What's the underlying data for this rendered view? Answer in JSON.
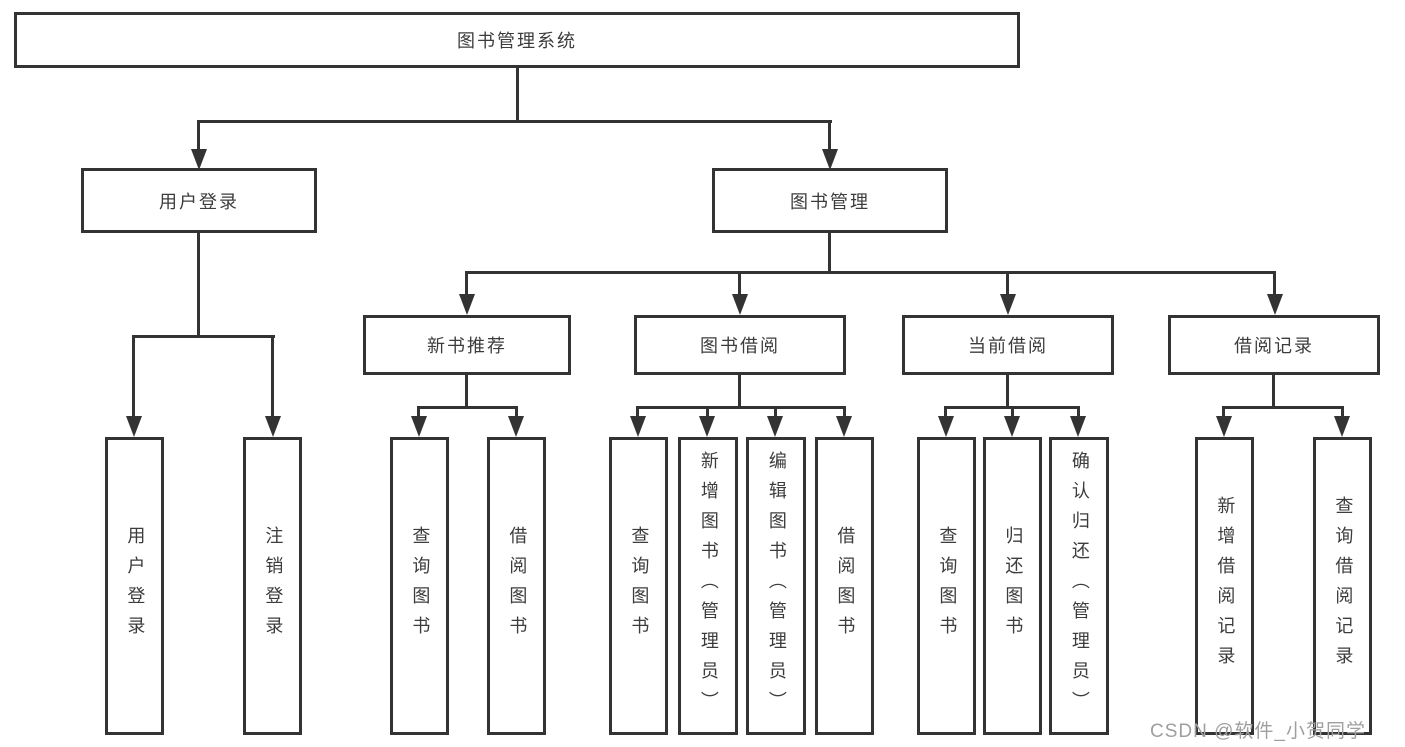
{
  "tree": {
    "label": "图书管理系统",
    "children": [
      {
        "label": "用户登录",
        "children": [
          {
            "label": "用户登录"
          },
          {
            "label": "注销登录"
          }
        ]
      },
      {
        "label": "图书管理",
        "children": [
          {
            "label": "新书推荐",
            "children": [
              {
                "label": "查询图书"
              },
              {
                "label": "借阅图书"
              }
            ]
          },
          {
            "label": "图书借阅",
            "children": [
              {
                "label": "查询图书"
              },
              {
                "label": "新增图书（管理员）"
              },
              {
                "label": "编辑图书（管理员）"
              },
              {
                "label": "借阅图书"
              }
            ]
          },
          {
            "label": "当前借阅",
            "children": [
              {
                "label": "查询图书"
              },
              {
                "label": "归还图书"
              },
              {
                "label": "确认归还（管理员）"
              }
            ]
          },
          {
            "label": "借阅记录",
            "children": [
              {
                "label": "新增借阅记录"
              },
              {
                "label": "查询借阅记录"
              }
            ]
          }
        ]
      }
    ]
  },
  "watermark": {
    "text": "CSDN @软件_小贺同学"
  },
  "colors": {
    "line": "#333333",
    "text": "#3c3c3c",
    "background": "#ffffff",
    "watermark": "#9f9f9f"
  }
}
